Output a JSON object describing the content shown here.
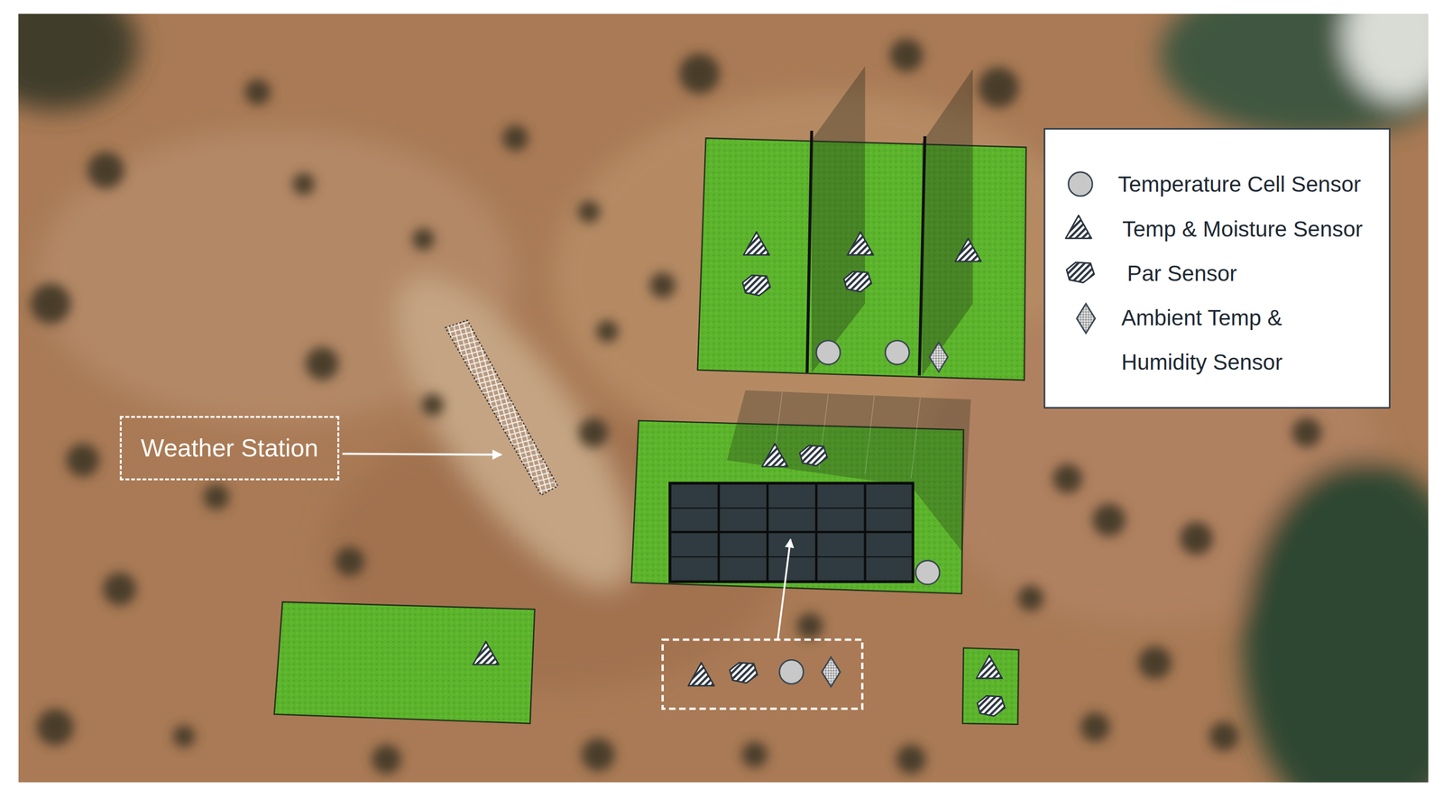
{
  "diagram": {
    "nodes": [
      {
        "text": [
          "Weather Station"
        ]
      }
    ],
    "legend": [
      {
        "text": "Temperature Cell Sensor"
      },
      {
        "text": "Temp & Moisture Sensor"
      },
      {
        "text": "Par Sensor"
      },
      {
        "text": "Ambient Temp & Humidity Sensor"
      }
    ]
  }
}
